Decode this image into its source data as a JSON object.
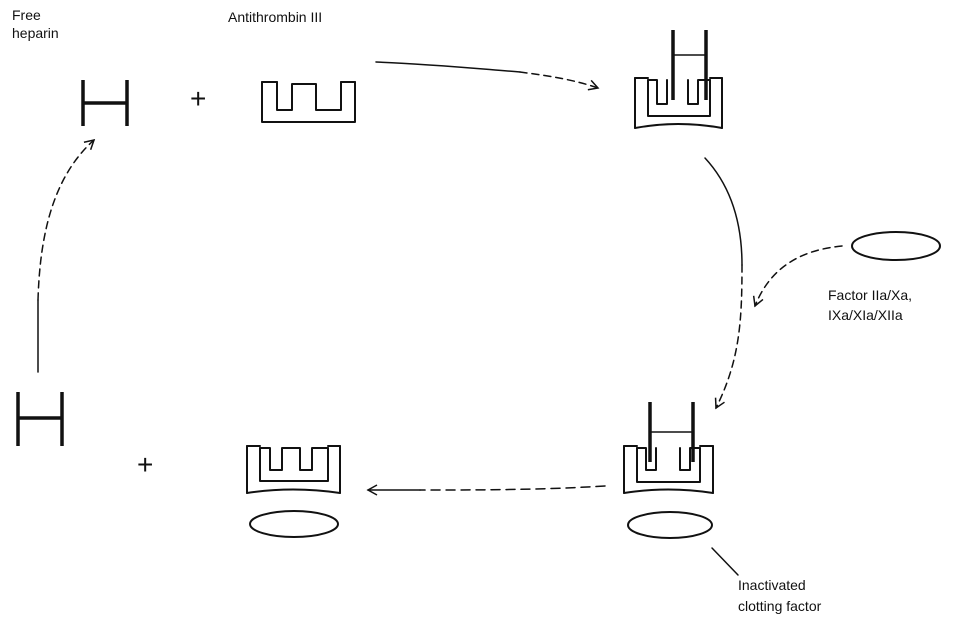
{
  "labels": {
    "free_heparin_line1": "Free",
    "free_heparin_line2": "heparin",
    "antithrombin": "Antithrombin III",
    "factor_line1": "Factor IIa/Xa,",
    "factor_line2": "IXa/XIa/XIIa",
    "inactivated_line1": "Inactivated",
    "inactivated_line2": "clotting factor",
    "plus_top": "+",
    "plus_bottom": "+"
  }
}
